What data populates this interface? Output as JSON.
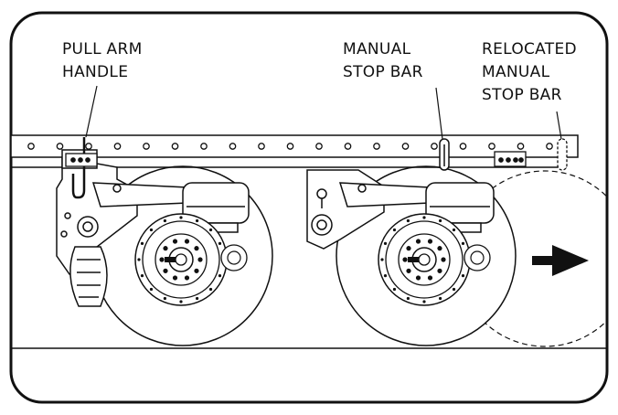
{
  "labels": {
    "pull_arm": [
      "PULL ARM",
      "HANDLE"
    ],
    "manual_stop": [
      "MANUAL",
      "STOP BAR"
    ],
    "relocated_stop": [
      "RELOCATED",
      "MANUAL",
      "STOP BAR"
    ]
  },
  "colors": {
    "line": "#111111",
    "background": "#ffffff"
  },
  "icons": [
    "arrow-right-icon"
  ]
}
